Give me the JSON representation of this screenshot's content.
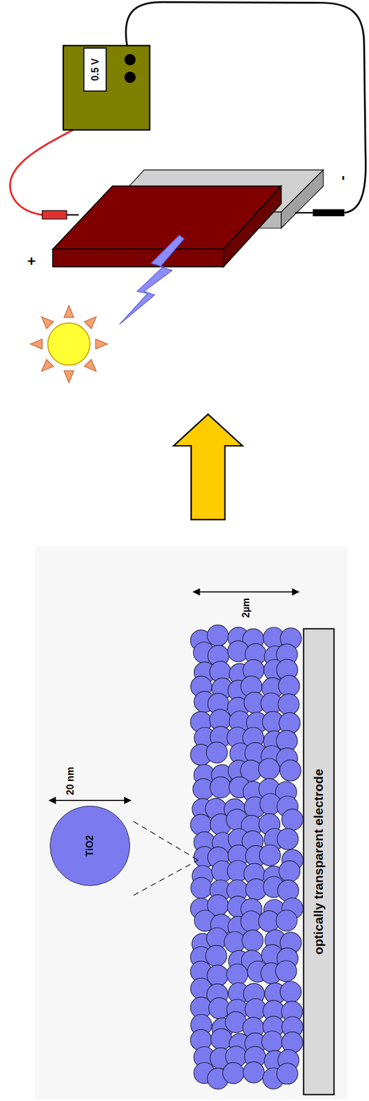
{
  "diagram": {
    "nodes": [
      {
        "text": [
          "0.5 V"
        ]
      },
      {
        "text": [
          "TiO2"
        ]
      },
      {
        "text": [
          "optically transparent electrode"
        ]
      }
    ],
    "labels": [
      "+",
      "-",
      "2µm",
      "20 nm"
    ]
  }
}
